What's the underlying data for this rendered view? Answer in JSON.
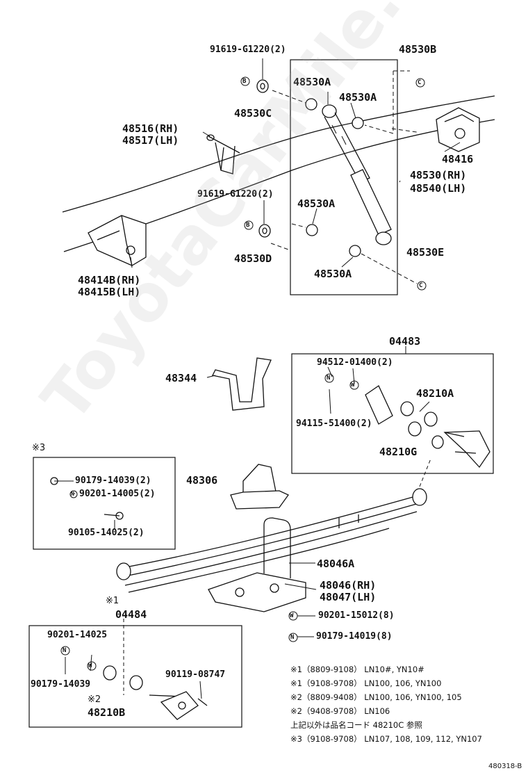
{
  "watermark": "ToyotaCarMile.ru",
  "figure_id": "480318-B",
  "labels": {
    "p91619_top": "91619-G1220(2)",
    "p48530B": "48530B",
    "p48530A_1": "48530A",
    "p48530A_2": "48530A",
    "p48530C": "48530C",
    "p48516": "48516(RH)",
    "p48517": "48517(LH)",
    "p48416": "48416",
    "p48530": "48530(RH)",
    "p48540": "48540(LH)",
    "p91619_mid": "91619-G1220(2)",
    "p48530A_3": "48530A",
    "p48530D": "48530D",
    "p48530E": "48530E",
    "p48530A_4": "48530A",
    "p48414B": "48414B(RH)",
    "p48415B": "48415B(LH)",
    "p04483": "04483",
    "p94512": "94512-01400(2)",
    "p48344": "48344",
    "p48210A": "48210A",
    "p94115": "94115-51400(2)",
    "p48210G": "48210G",
    "mark3": "※3",
    "p90179a": "90179-14039(2)",
    "p90201a": "90201-14005(2)",
    "p48306": "48306",
    "p90105": "90105-14025(2)",
    "p48046A": "48046A",
    "p48046": "48046(RH)",
    "p48047": "48047(LH)",
    "mark1": "※1",
    "p04484": "04484",
    "p90201b": "90201-15012(8)",
    "p90179b": "90179-14019(8)",
    "p90201c": "90201-14025",
    "p90179c": "90179-14039",
    "p90119": "90119-08747",
    "mark2": "※2",
    "p48210B": "48210B"
  },
  "markers": {
    "B": "B",
    "C": "C",
    "N": "N",
    "W": "W"
  },
  "notes": [
    "※1（8809-9108） LN10#, YN10#",
    "※1（9108-9708） LN100, 106, YN100",
    "※2（8809-9408） LN100, 106, YN100, 105",
    "※2（9408-9708） LN106",
    "上記以外は品名コード 48210C 参照",
    "※3（9108-9708） LN107, 108, 109, 112, YN107"
  ]
}
